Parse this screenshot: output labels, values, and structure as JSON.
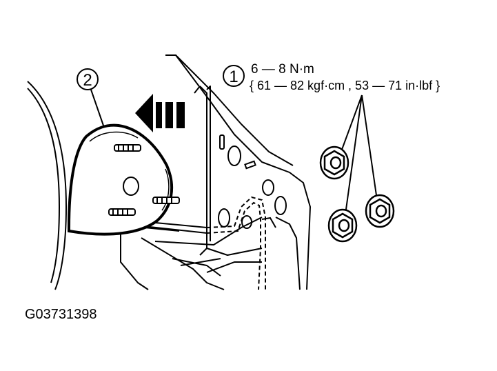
{
  "callouts": {
    "mirror": "2",
    "nuts": "1"
  },
  "torque": {
    "line1": "6 — 8 N·m",
    "line2": "{ 61 — 82 kgf·cm , 53 — 71 in·lbf }"
  },
  "figure_id": "G03731398",
  "colors": {
    "ink": "#000000",
    "background": "#ffffff"
  }
}
